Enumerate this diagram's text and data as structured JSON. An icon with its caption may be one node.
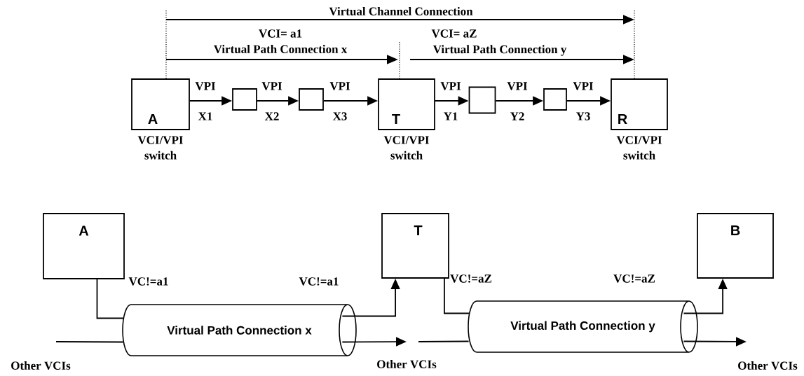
{
  "diagram": {
    "nodes": [
      {
        "text": [
          "A"
        ],
        "beside": [
          "VCI/VPI switch"
        ]
      },
      {
        "text": [],
        "shape": "box"
      },
      {
        "text": [],
        "shape": "box"
      },
      {
        "text": [
          "T"
        ],
        "beside": [
          "VCI/VPI switch"
        ]
      },
      {
        "text": [],
        "shape": "box"
      },
      {
        "text": [],
        "shape": "box"
      },
      {
        "text": [
          "R"
        ],
        "beside": [
          "VCI/VPI switch"
        ]
      },
      {
        "text": [
          "A"
        ]
      },
      {
        "text": [
          "Virtual Path Connection x"
        ]
      },
      {
        "text": [
          "T"
        ]
      },
      {
        "text": [
          "Virtual Path Connection y"
        ]
      },
      {
        "text": [
          "B"
        ]
      }
    ],
    "edges": [
      {
        "from": 0,
        "to": 1,
        "arrow": "to"
      },
      {
        "from": 1,
        "to": 2,
        "arrow": "to"
      },
      {
        "from": 2,
        "to": 3,
        "arrow": "to"
      },
      {
        "from": 3,
        "to": 4,
        "arrow": "to"
      },
      {
        "from": 4,
        "to": 5,
        "arrow": "to"
      },
      {
        "from": 5,
        "to": 6,
        "arrow": "to"
      },
      {
        "from": 7,
        "to": 8,
        "arrow": "none"
      },
      {
        "from": 8,
        "to": 9,
        "arrow": "to"
      },
      {
        "from": null,
        "to": 8,
        "arrow": "none"
      },
      {
        "from": 8,
        "to": null,
        "arrow": "to"
      },
      {
        "from": 9,
        "to": 10,
        "arrow": "none"
      },
      {
        "from": 10,
        "to": 11,
        "arrow": "to"
      },
      {
        "from": null,
        "to": 10,
        "arrow": "none"
      },
      {
        "from": 10,
        "to": null,
        "arrow": "to"
      }
    ],
    "labels": [
      "Virtual Channel Connection",
      "VCI= a1",
      "VCI= aZ",
      "Virtual Path Connection x",
      "Virtual Path Connection y",
      "VPI",
      "VPI",
      "VPI",
      "VPI",
      "VPI",
      "VPI",
      "X1",
      "X2",
      "X3",
      "Y1",
      "Y2",
      "Y3",
      "VC!=a1",
      "VC!=a1",
      "VC!=aZ",
      "VC!=aZ",
      "Other VCIs",
      "Other VCIs",
      "Other VCIs"
    ]
  }
}
